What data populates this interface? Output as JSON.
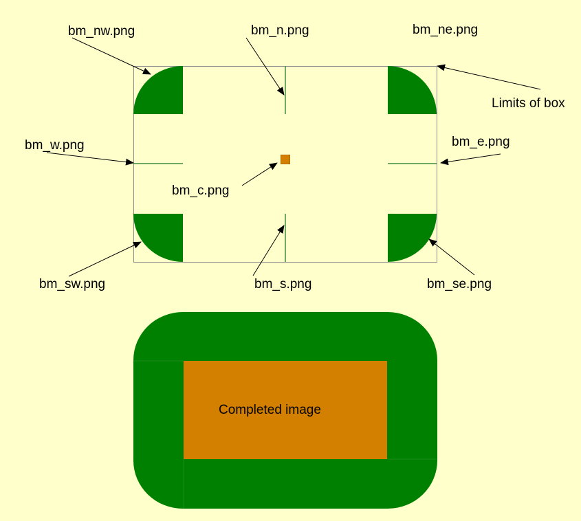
{
  "colors": {
    "background": "#ffffcc",
    "tile_green": "#008000",
    "center_orange": "#d38000",
    "box_border": "#8a8a8a",
    "edge_line": "#3f8f3f"
  },
  "labels": {
    "nw": "bm_nw.png",
    "n": "bm_n.png",
    "ne": "bm_ne.png",
    "limits": "Limits of box",
    "w": "bm_w.png",
    "e": "bm_e.png",
    "c": "bm_c.png",
    "sw": "bm_sw.png",
    "s": "bm_s.png",
    "se": "bm_se.png",
    "completed": "Completed image"
  }
}
